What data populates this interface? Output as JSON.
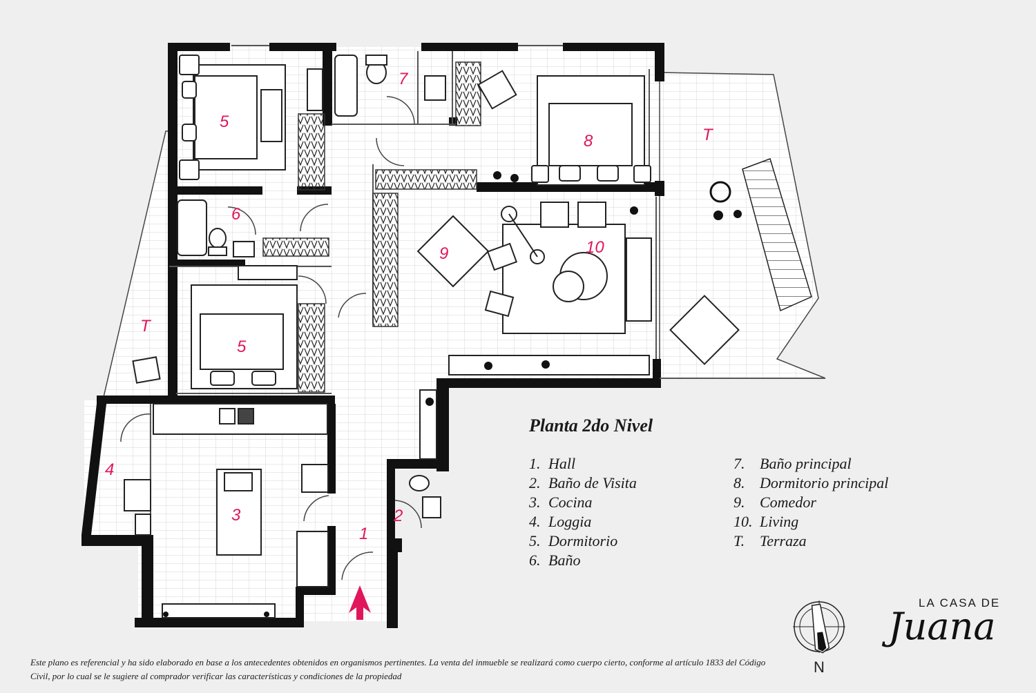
{
  "title": "Planta 2do Nivel",
  "legend_left": [
    {
      "key": "1.",
      "label": "Hall"
    },
    {
      "key": "2.",
      "label": "Baño de Visita"
    },
    {
      "key": "3.",
      "label": "Cocina"
    },
    {
      "key": "4.",
      "label": "Loggia"
    },
    {
      "key": "5.",
      "label": "Dormitorio"
    },
    {
      "key": "6.",
      "label": "Baño"
    }
  ],
  "legend_right": [
    {
      "key": "7.",
      "label": "Baño principal"
    },
    {
      "key": "8.",
      "label": "Dormitorio principal"
    },
    {
      "key": "9.",
      "label": "Comedor"
    },
    {
      "key": "10.",
      "label": "Living"
    },
    {
      "key": "T.",
      "label": "Terraza"
    }
  ],
  "room_labels": [
    "5",
    "7",
    "8",
    "T",
    "6",
    "9",
    "10",
    "5",
    "T",
    "4",
    "3",
    "2",
    "1"
  ],
  "disclaimer": "Este plano es referencial y ha sido elaborado en base a los antecedentes obtenidos en organismos pertinentes.  La venta del inmueble se realizará como cuerpo cierto, conforme al artículo 1833 del Código Civil, por lo cual se le sugiere al comprador verificar las características y condiciones de la propiedad",
  "compass_label": "N",
  "brand": {
    "top": "LA CASA DE",
    "script": "Juana"
  },
  "colors": {
    "wall": "#111111",
    "floor": "#ffffff",
    "accent": "#e0175a",
    "background": "#efefef"
  },
  "icons": [
    "entrance-arrow-icon",
    "compass-icon",
    "plant-icon"
  ]
}
